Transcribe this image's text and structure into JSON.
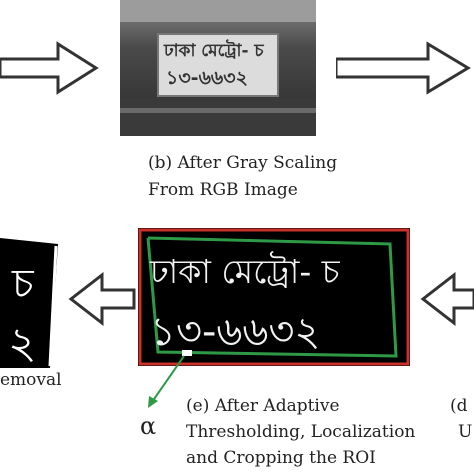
{
  "panels": {
    "b": {
      "caption_line1": "(b) After Gray Scaling",
      "caption_line2": "From RGB Image",
      "plate_line1": "ঢাকা মেট্রো- চ",
      "plate_line2": "১৩-৬৬৩২"
    },
    "e": {
      "caption_line1": "(e) After Adaptive",
      "caption_line2": "Thresholding, Localization",
      "caption_line3": "and Cropping the ROI",
      "plate_line1": "ঢাকা মেট্রো- চ",
      "plate_line2": "১৩-৬৬৩২",
      "roi_box_color": "#c8312c",
      "plate_border_color": "#2e9a46"
    },
    "f": {
      "caption_fragment": "emoval",
      "glyph_top": "চ",
      "glyph_bottom": "২"
    },
    "d": {
      "caption_fragment_1": "(d",
      "caption_fragment_2": "U"
    }
  },
  "annotation": {
    "alpha_symbol": "α",
    "arrow_color": "#2e9a46"
  },
  "arrows": {
    "outline_color": "#333333",
    "fill_color": "#ffffff"
  }
}
